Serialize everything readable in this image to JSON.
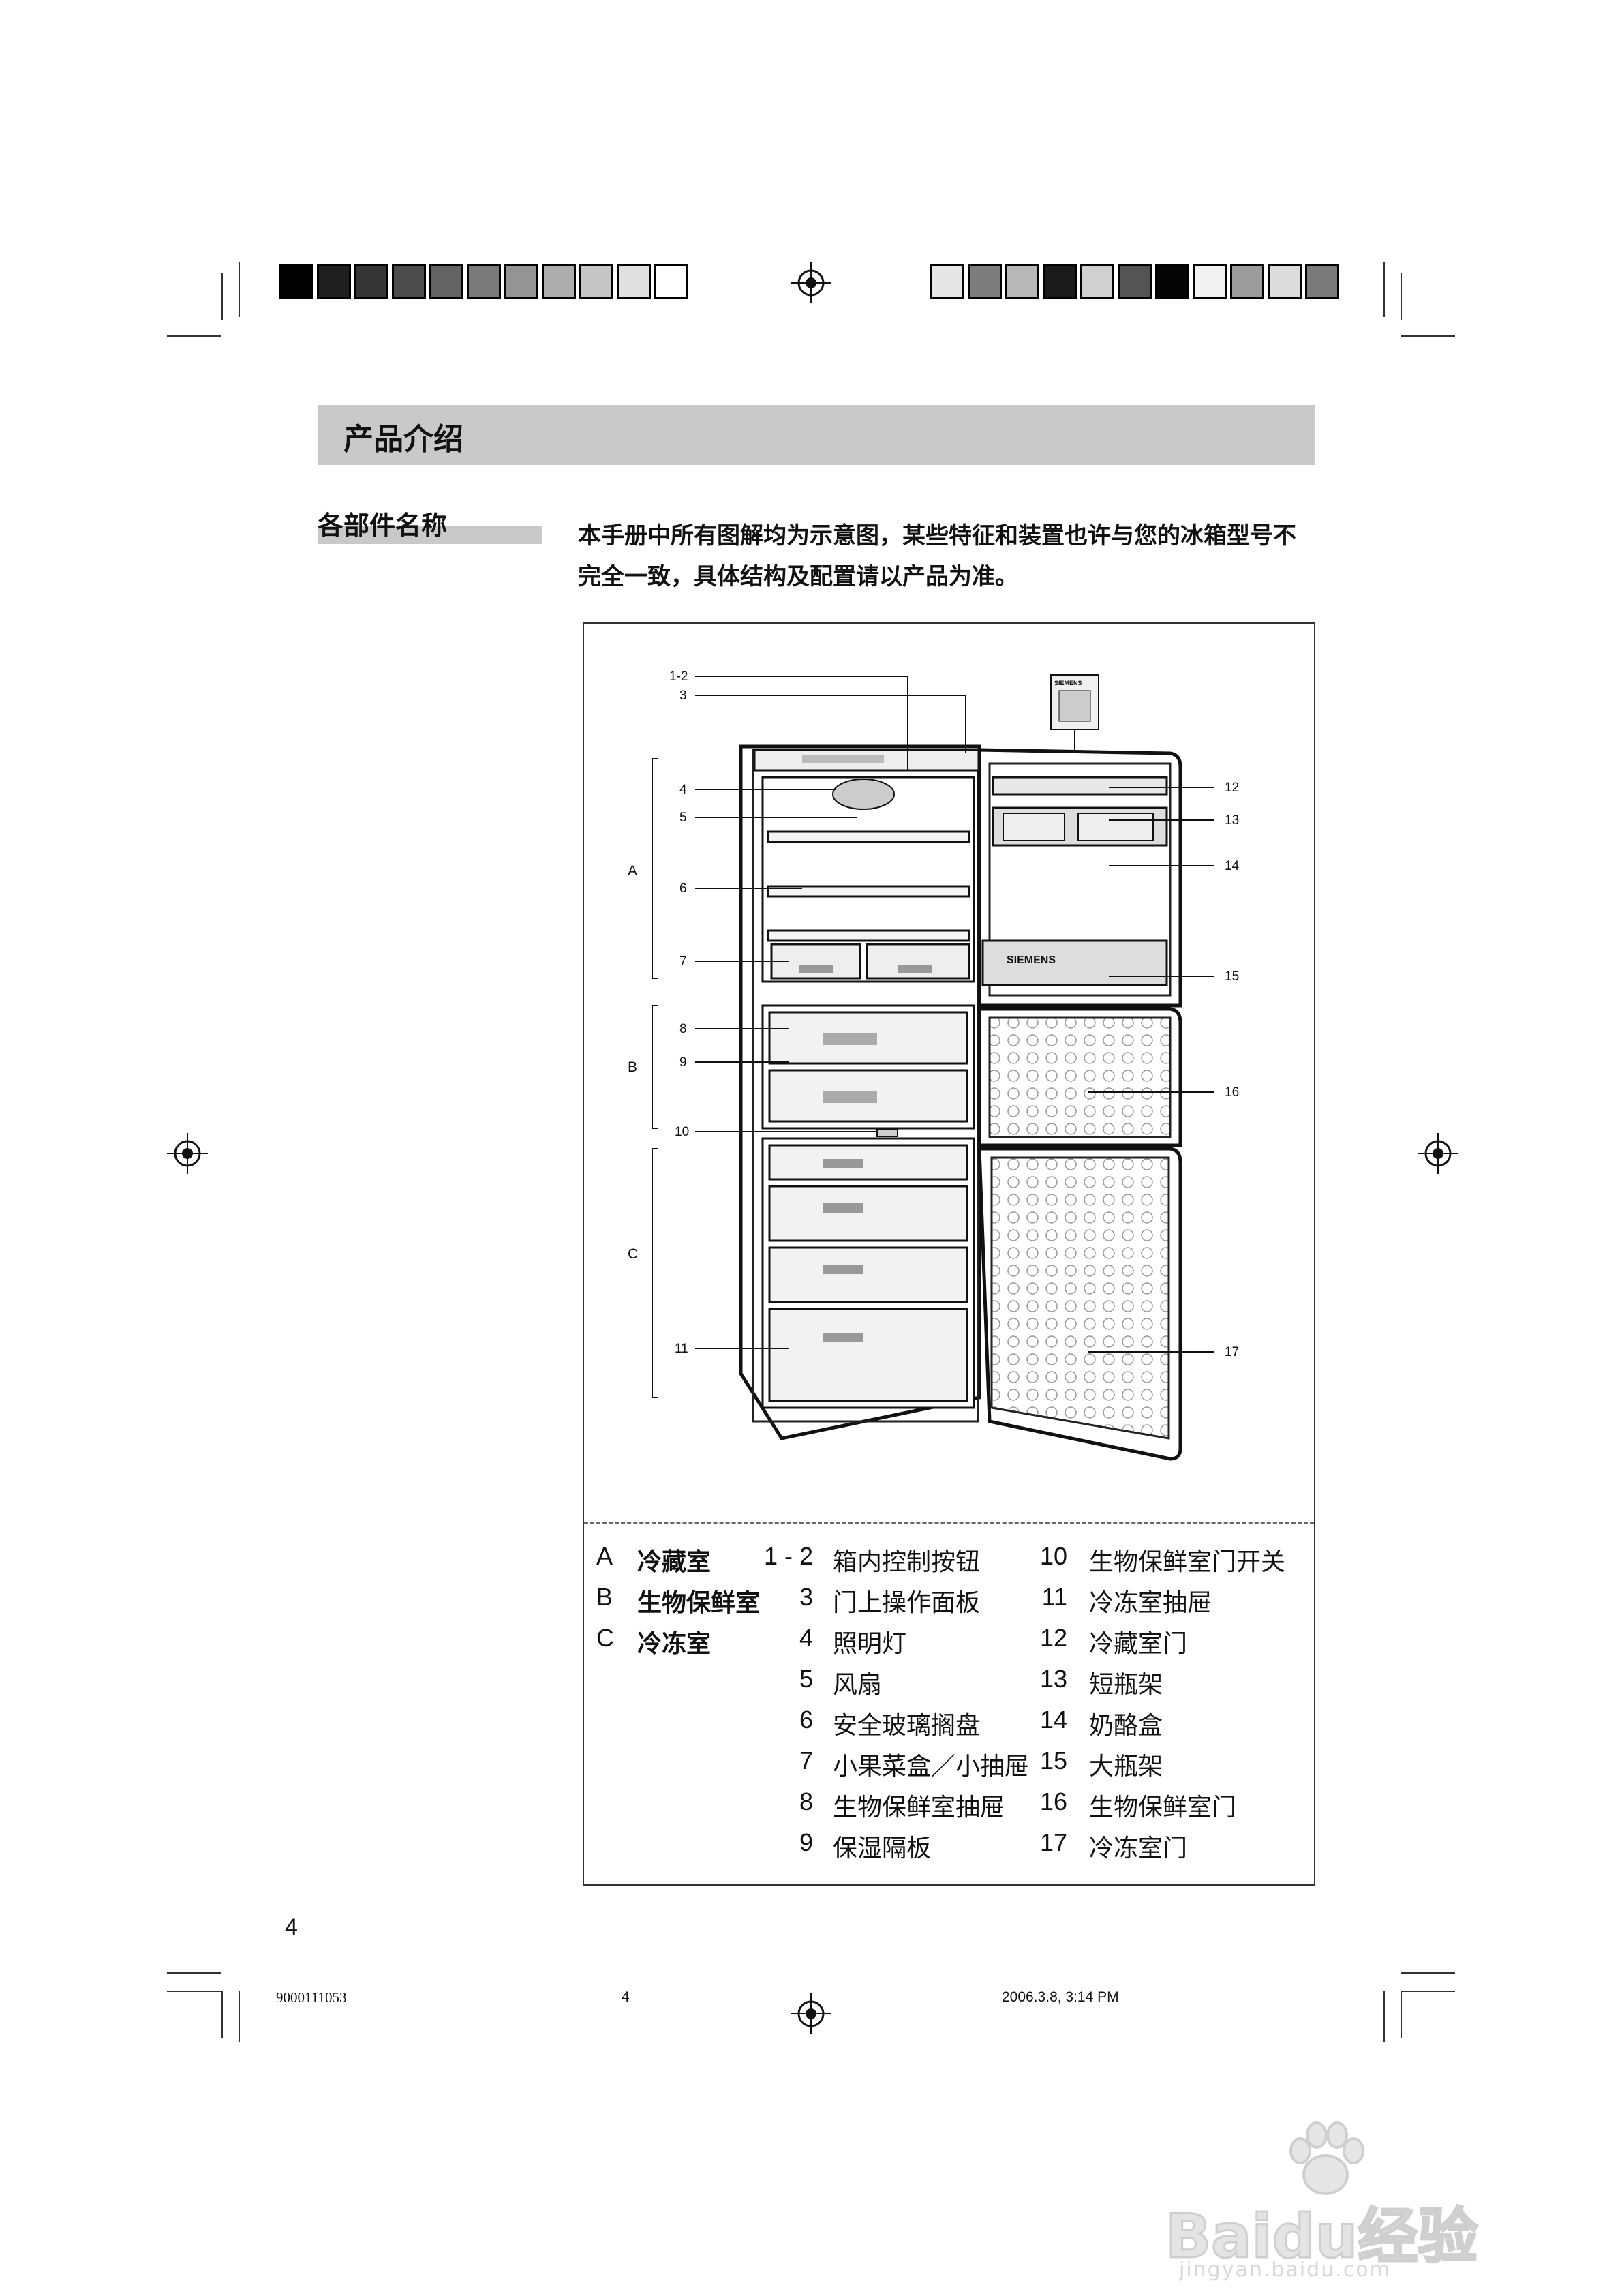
{
  "swatches_left": [
    "#000000",
    "#1e1e1e",
    "#353535",
    "#4b4b4b",
    "#636363",
    "#7b7b7b",
    "#949494",
    "#adadad",
    "#c6c6c6",
    "#e0e0e0",
    "#ffffff"
  ],
  "swatches_right": [
    "#e6e6e6",
    "#7d7d7d",
    "#b8b8b8",
    "#1a1a1a",
    "#d0d0d0",
    "#545454",
    "#050505",
    "#f2f2f2",
    "#9c9c9c",
    "#dcdcdc",
    "#7a7a7a"
  ],
  "header": {
    "title": "产品介绍"
  },
  "section": {
    "label": "各部件名称"
  },
  "intro": {
    "line1": "本手册中所有图解均为示意图，某些特征和装置也许与您的冰箱型号不",
    "line2": "完全一致，具体结构及配置请以产品为准。"
  },
  "diagram": {
    "callouts_left": [
      "1-2",
      "3",
      "4",
      "5",
      "6",
      "7",
      "8",
      "9",
      "10",
      "11"
    ],
    "callouts_right": [
      "12",
      "13",
      "14",
      "15",
      "16",
      "17"
    ],
    "zones": [
      "A",
      "B",
      "C"
    ],
    "door_brand": "SIEMENS",
    "panel_brand": "SIEMENS"
  },
  "legend": {
    "zones": [
      {
        "letter": "A",
        "name": "冷藏室"
      },
      {
        "letter": "B",
        "name": "生物保鲜室"
      },
      {
        "letter": "C",
        "name": "冷冻室"
      }
    ],
    "parts_col1": [
      {
        "num": "1 - 2",
        "name": "箱内控制按钮"
      },
      {
        "num": "3",
        "name": "门上操作面板"
      },
      {
        "num": "4",
        "name": "照明灯"
      },
      {
        "num": "5",
        "name": "风扇"
      },
      {
        "num": "6",
        "name": "安全玻璃搁盘"
      },
      {
        "num": "7",
        "name": "小果菜盒／小抽屉"
      },
      {
        "num": "8",
        "name": "生物保鲜室抽屉"
      },
      {
        "num": "9",
        "name": "保湿隔板"
      }
    ],
    "parts_col2": [
      {
        "num": "10",
        "name": "生物保鲜室门开关"
      },
      {
        "num": "11",
        "name": "冷冻室抽屉"
      },
      {
        "num": "12",
        "name": "冷藏室门"
      },
      {
        "num": "13",
        "name": "短瓶架"
      },
      {
        "num": "14",
        "name": "奶酪盒"
      },
      {
        "num": "15",
        "name": "大瓶架"
      },
      {
        "num": "16",
        "name": "生物保鲜室门"
      },
      {
        "num": "17",
        "name": "冷冻室门"
      }
    ]
  },
  "page_number": "4",
  "footer": {
    "code": "9000111053",
    "page": "4",
    "timestamp": "2006.3.8, 3:14 PM"
  },
  "watermark": {
    "brand": "Baidu经验",
    "url": "jingyan.baidu.com"
  }
}
